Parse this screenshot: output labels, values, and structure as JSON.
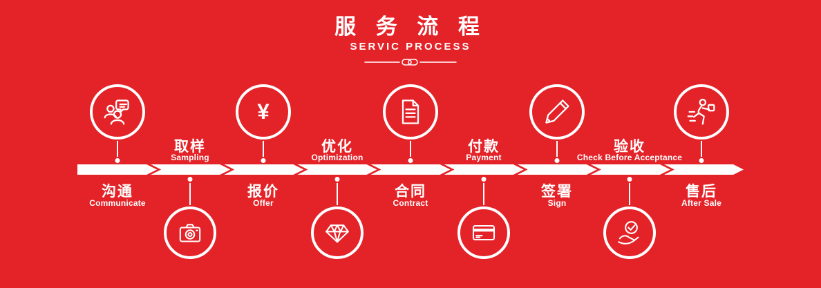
{
  "colors": {
    "background": "#e42329",
    "foreground": "#ffffff"
  },
  "header": {
    "title": "服 务 流 程",
    "subtitle": "SERVIC PROCESS"
  },
  "symbols": {
    "yen": "¥"
  },
  "steps": [
    {
      "zh": "沟通",
      "en": "Communicate",
      "icon": "team-chat-icon",
      "layout": "icon-top"
    },
    {
      "zh": "取样",
      "en": "Sampling",
      "icon": "camera-icon",
      "layout": "icon-bottom"
    },
    {
      "zh": "报价",
      "en": "Offer",
      "icon": "yen-icon",
      "layout": "icon-top"
    },
    {
      "zh": "优化",
      "en": "Optimization",
      "icon": "diamond-icon",
      "layout": "icon-bottom"
    },
    {
      "zh": "合同",
      "en": "Contract",
      "icon": "document-icon",
      "layout": "icon-top"
    },
    {
      "zh": "付款",
      "en": "Payment",
      "icon": "credit-card-icon",
      "layout": "icon-bottom"
    },
    {
      "zh": "签署",
      "en": "Sign",
      "icon": "pencil-icon",
      "layout": "icon-top"
    },
    {
      "zh": "验收",
      "en": "Check Before Acceptance",
      "icon": "hand-check-icon",
      "layout": "icon-bottom"
    },
    {
      "zh": "售后",
      "en": "After Sale",
      "icon": "delivery-runner-icon",
      "layout": "icon-top"
    }
  ]
}
